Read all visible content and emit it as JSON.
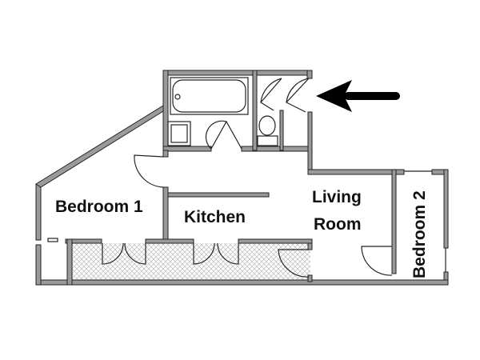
{
  "plan": {
    "rooms": [
      {
        "label": "Bedroom 1"
      },
      {
        "label": "Kitchen"
      },
      {
        "label": "Living"
      },
      {
        "label": "Room"
      },
      {
        "label": "Bedroom 2"
      }
    ],
    "colors": {
      "wall": "#9a9a9a",
      "outline": "#222222",
      "closet_hatch": "#d8d8d8"
    }
  }
}
